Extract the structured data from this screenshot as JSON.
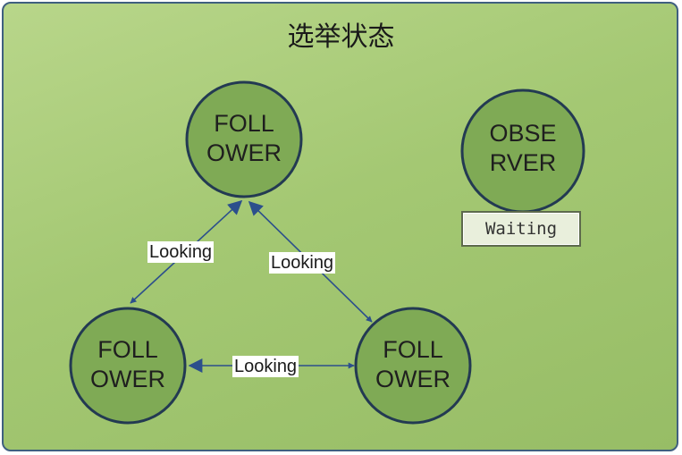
{
  "title": "选举状态",
  "nodes": {
    "top": {
      "line1": "FOLL",
      "line2": "OWER"
    },
    "left": {
      "line1": "FOLL",
      "line2": "OWER"
    },
    "right": {
      "line1": "FOLL",
      "line2": "OWER"
    },
    "observer": {
      "line1": "OBSE",
      "line2": "RVER"
    }
  },
  "edges": {
    "top_left": "Looking",
    "top_right": "Looking",
    "left_right": "Looking"
  },
  "observer_status": "Waiting",
  "colors": {
    "panel_fill": "#a4c873",
    "panel_border": "#3f5f7f",
    "node_fill": "#7faa55",
    "node_border": "#233a52",
    "arrow": "#2c4f8c"
  }
}
